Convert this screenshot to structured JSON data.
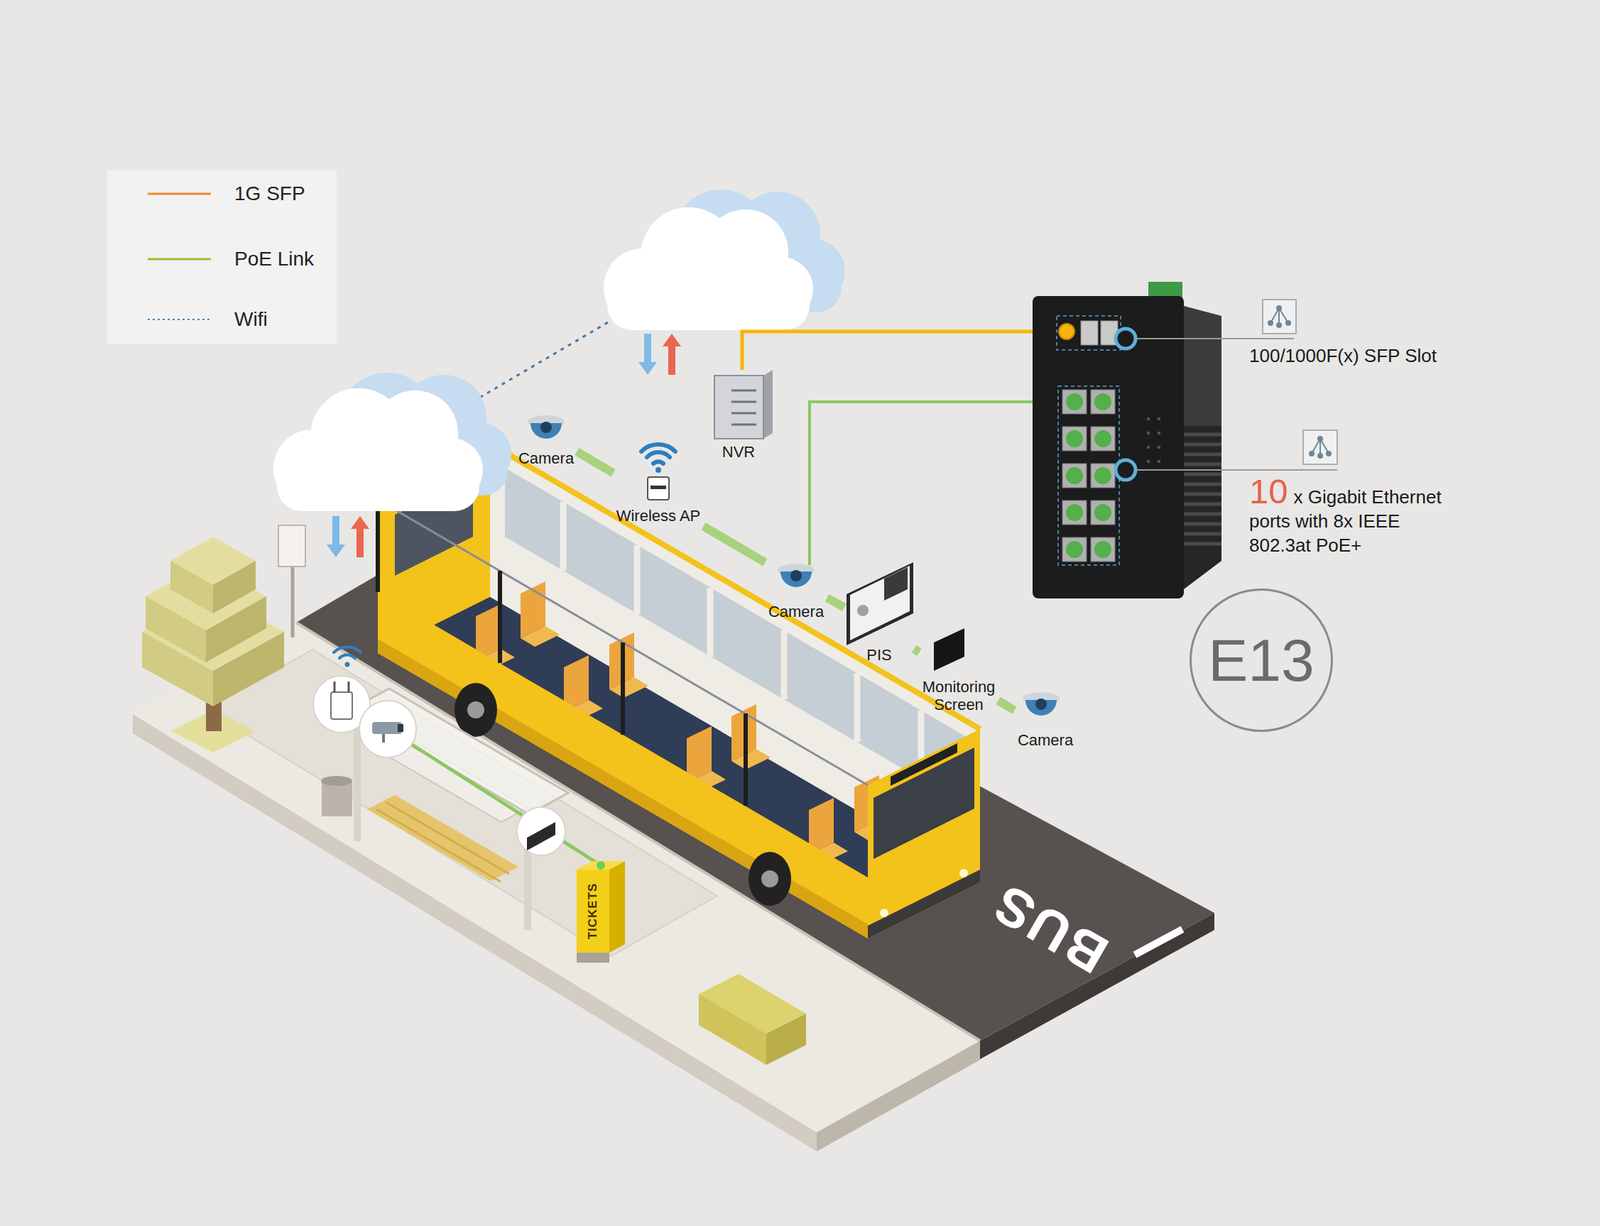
{
  "diagram": {
    "nodes": [
      {
        "text": [
          "Camera"
        ]
      },
      {
        "text": [
          "Wireless AP"
        ]
      },
      {
        "text": [
          "NVR"
        ]
      },
      {
        "text": [
          "Camera"
        ]
      },
      {
        "text": [
          "PIS"
        ]
      },
      {
        "text": [
          "Monitoring Screen"
        ]
      },
      {
        "text": [
          "Camera"
        ]
      },
      {
        "text": [
          "E13"
        ]
      }
    ],
    "edges": [
      {
        "from": 0,
        "to": 1,
        "arrow": "none"
      },
      {
        "from": 1,
        "to": 3,
        "arrow": "none"
      },
      {
        "from": 3,
        "to": 4,
        "arrow": "none"
      },
      {
        "from": 4,
        "to": 5,
        "arrow": "none"
      },
      {
        "from": 5,
        "to": 6,
        "arrow": "none"
      }
    ],
    "labels": [
      "100/1000F(x) SFP Slot",
      "10",
      "x Gigabit Ethernet ports with 8x IEEE 802.3at PoE+",
      "BUS",
      "TICKETS"
    ],
    "legend": [
      {
        "text": "1G SFP"
      },
      {
        "text": "PoE Link"
      },
      {
        "text": "Wifi"
      }
    ]
  }
}
